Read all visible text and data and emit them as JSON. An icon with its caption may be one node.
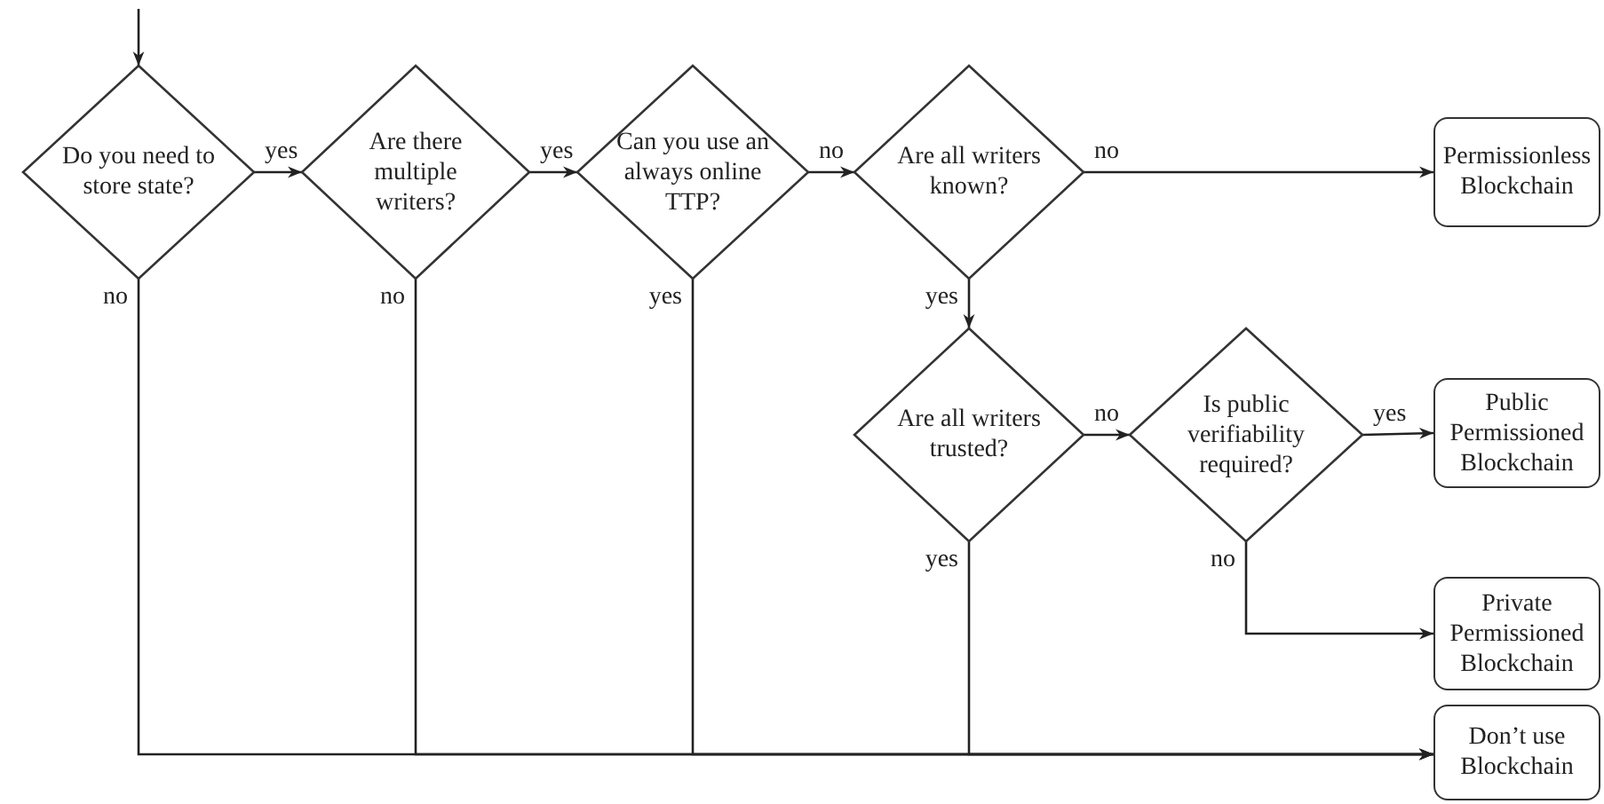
{
  "diagram": {
    "nodes": [
      {
        "text": [
          "Do you need to store state?"
        ]
      },
      {
        "text": [
          "Are there multiple writers?"
        ]
      },
      {
        "text": [
          "Can you use an always online TTP?"
        ]
      },
      {
        "text": [
          "Are all writers known?"
        ]
      },
      {
        "text": [
          "Are all writers trusted?"
        ]
      },
      {
        "text": [
          "Is public verifiability required?"
        ]
      },
      {
        "text": [
          "Permissionless Blockchain"
        ]
      },
      {
        "text": [
          "Public Permissioned Blockchain"
        ]
      },
      {
        "text": [
          "Private Permissioned Blockchain"
        ]
      },
      {
        "text": [
          "Don’t use Blockchain"
        ]
      }
    ],
    "edges": [
      {
        "from": null,
        "to": 0,
        "arrow": "to"
      },
      {
        "from": 0,
        "to": 1,
        "arrow": "to",
        "label": "yes"
      },
      {
        "from": 1,
        "to": 2,
        "arrow": "to",
        "label": "yes"
      },
      {
        "from": 2,
        "to": 3,
        "arrow": "to",
        "label": "no"
      },
      {
        "from": 3,
        "to": 6,
        "arrow": "to",
        "label": "no"
      },
      {
        "from": 3,
        "to": 4,
        "arrow": "to",
        "label": "yes"
      },
      {
        "from": 4,
        "to": 5,
        "arrow": "to",
        "label": "no"
      },
      {
        "from": 5,
        "to": 7,
        "arrow": "to",
        "label": "yes"
      },
      {
        "from": 5,
        "to": 8,
        "arrow": "to",
        "label": "no"
      },
      {
        "from": 0,
        "to": 9,
        "arrow": "to",
        "label": "no"
      },
      {
        "from": 1,
        "to": 9,
        "arrow": "to",
        "label": "no"
      },
      {
        "from": 2,
        "to": 9,
        "arrow": "to",
        "label": "yes"
      },
      {
        "from": 4,
        "to": 9,
        "arrow": "to",
        "label": "yes"
      }
    ]
  }
}
